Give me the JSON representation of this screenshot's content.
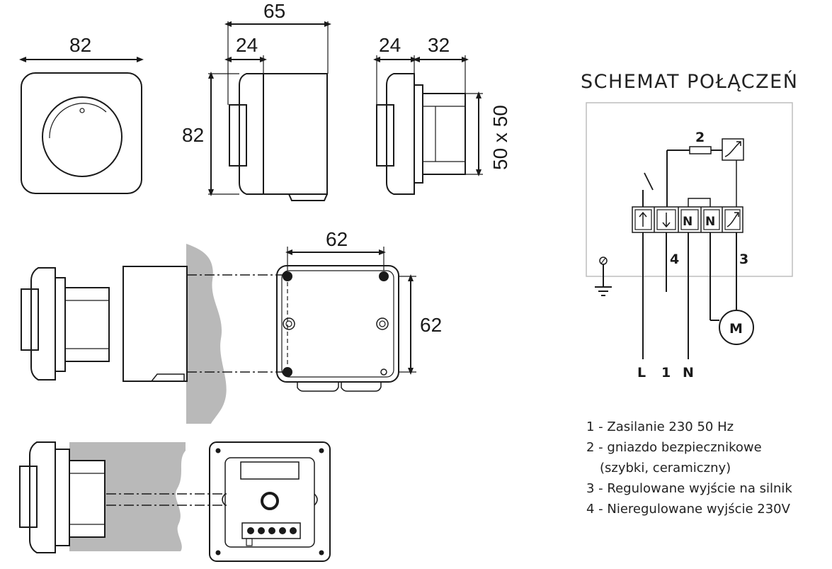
{
  "dimensions": {
    "top_width": "82",
    "top_height": "82",
    "side_total": "65",
    "side_knob": "24",
    "back_knob": "24",
    "back_depth": "32",
    "back_size": "50 x 50",
    "box_width": "62",
    "box_height": "62"
  },
  "schema": {
    "title": "SCHEMAT POŁĄCZEŃ",
    "fuse_label": "2",
    "output_label_4": "4",
    "output_label_3": "3",
    "motor_label": "M",
    "terminals": [
      "N",
      "N"
    ],
    "supply_labels": [
      "L",
      "1",
      "N"
    ]
  },
  "legend": [
    "1 - Zasilanie 230   50 Hz",
    "2 - gniazdo bezpiecznikowe",
    "(szybki, ceramiczny)",
    "3 - Regulowane wyjście na silnik",
    "4 - Nieregulowane wyjście 230V"
  ],
  "colors": {
    "line": "#1a1a1a",
    "wall": "#b9b9b9",
    "housing": "#c9c9c9"
  }
}
